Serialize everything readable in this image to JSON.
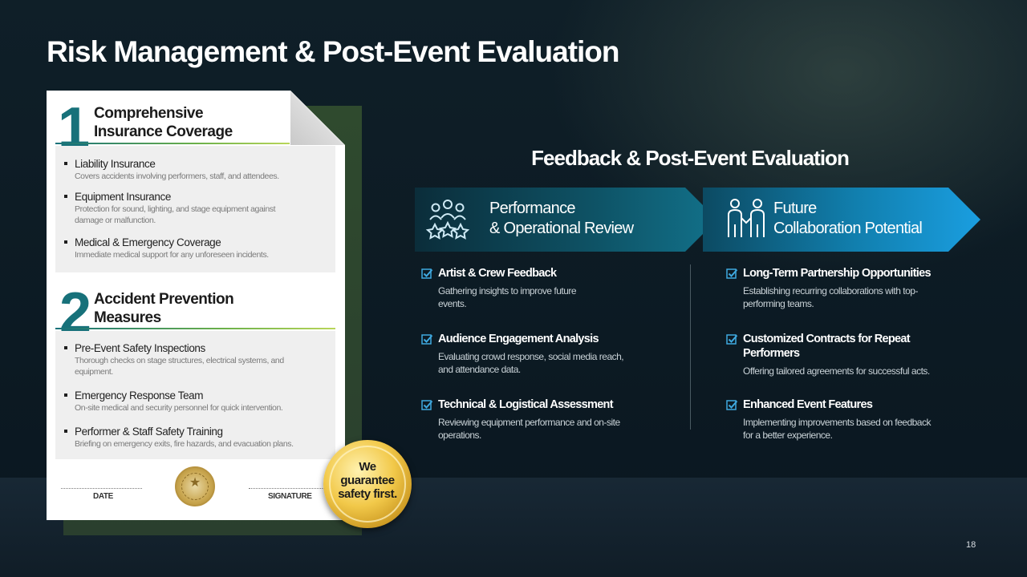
{
  "slide": {
    "title": "Risk Management & Post-Event Evaluation",
    "page_number": "18"
  },
  "left_card": {
    "section1": {
      "number": "1",
      "title_line1": "Comprehensive",
      "title_line2": "Insurance Coverage",
      "items": [
        {
          "head": "Liability Insurance",
          "desc": "Covers accidents involving performers, staff, and attendees."
        },
        {
          "head": "Equipment Insurance",
          "desc_line1": "Protection for sound, lighting, and stage equipment against",
          "desc_line2": "damage or malfunction."
        },
        {
          "head": "Medical & Emergency Coverage",
          "desc": "Immediate medical support for any unforeseen incidents."
        }
      ]
    },
    "section2": {
      "number": "2",
      "title_line1": "Accident Prevention",
      "title_line2": "Measures",
      "items": [
        {
          "head": "Pre-Event Safety Inspections",
          "desc_line1": "Thorough checks on stage structures, electrical systems, and",
          "desc_line2": "equipment."
        },
        {
          "head": "Emergency Response Team",
          "desc": "On-site medical and security personnel for quick intervention."
        },
        {
          "head": "Performer & Staff Safety Training",
          "desc": "Briefing on emergency exits, fire hazards, and evacuation plans."
        }
      ]
    },
    "footer": {
      "date_label": "DATE",
      "signature_label": "SIGNATURE"
    },
    "badge": {
      "line1": "We",
      "line2": "guarantee",
      "line3": "safety first."
    }
  },
  "right": {
    "heading": "Feedback & Post-Event Evaluation",
    "columns": [
      {
        "label_line1": "Performance",
        "label_line2": "& Operational Review",
        "icon": "team-stars-icon",
        "items": [
          {
            "head": "Artist & Crew Feedback",
            "desc_line1": "Gathering insights to improve future",
            "desc_line2": "events."
          },
          {
            "head": "Audience Engagement Analysis",
            "desc_line1": "Evaluating crowd response, social media reach,",
            "desc_line2": "and attendance data."
          },
          {
            "head": "Technical & Logistical Assessment",
            "desc_line1": "Reviewing equipment performance and on-site",
            "desc_line2": "operations."
          }
        ]
      },
      {
        "label_line1": "Future",
        "label_line2": "Collaboration Potential",
        "icon": "partnership-icon",
        "items": [
          {
            "head_line1": "Long-Term Partnership Opportunities",
            "desc_line1": "Establishing recurring collaborations with top-",
            "desc_line2": "performing teams."
          },
          {
            "head_line1": "Customized Contracts for Repeat",
            "head_line2": "Performers",
            "desc_line1": "Offering tailored agreements for successful acts."
          },
          {
            "head_line1": "Enhanced Event Features",
            "desc_line1": "Implementing improvements based on feedback",
            "desc_line2": "for a better experience."
          }
        ]
      }
    ]
  },
  "colors": {
    "accent_teal": "#17717a",
    "check_blue": "#3fa9e0",
    "gold": "#f2c94a"
  }
}
